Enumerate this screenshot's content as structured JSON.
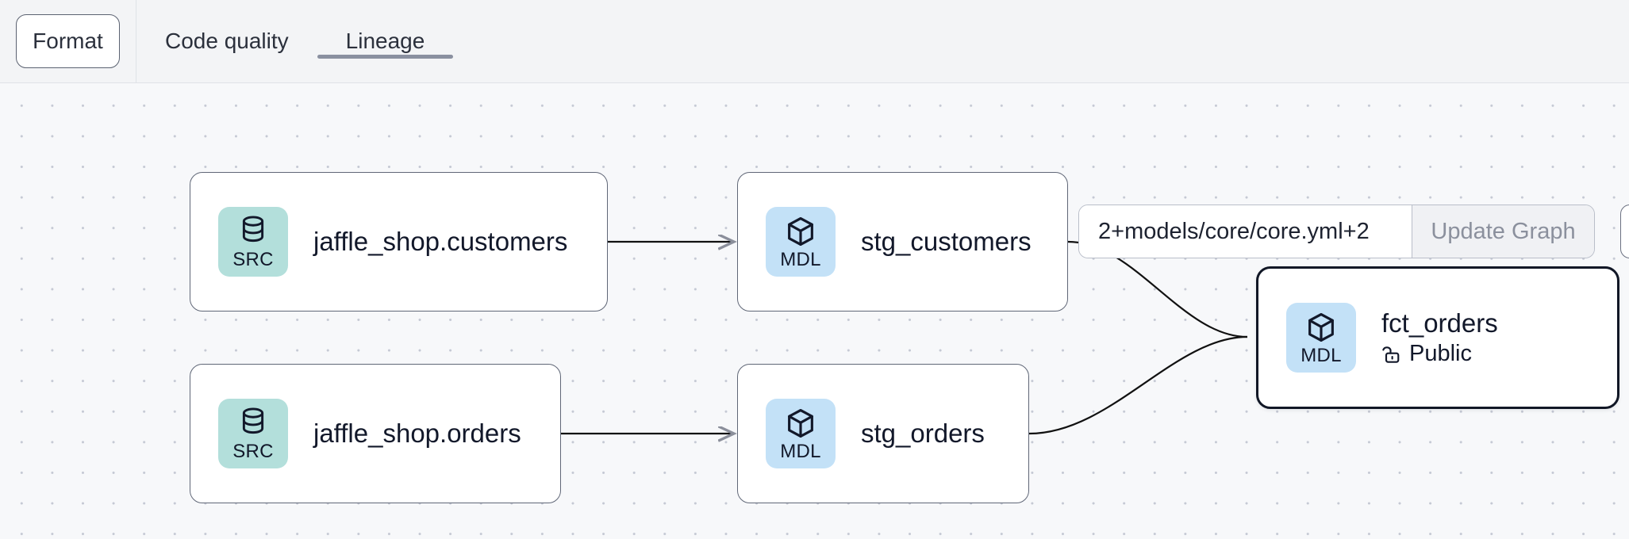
{
  "toolbar": {
    "format_label": "Format",
    "tabs": [
      {
        "label": "Code quality",
        "active": false
      },
      {
        "label": "Lineage",
        "active": true
      }
    ]
  },
  "selector": {
    "value": "2+models/core/core.yml+2",
    "placeholder": "2+models/core/core.yml+2",
    "button_label": "Update Graph"
  },
  "graph": {
    "nodes": [
      {
        "id": "jaffle_shop_customers",
        "title": "jaffle_shop.customers",
        "badge_label": "SRC",
        "badge_icon": "database-icon",
        "badge_color": "#b3dfdb",
        "selected": false,
        "sub_label": null
      },
      {
        "id": "jaffle_shop_orders",
        "title": "jaffle_shop.orders",
        "badge_label": "SRC",
        "badge_icon": "database-icon",
        "badge_color": "#b3dfdb",
        "selected": false,
        "sub_label": null
      },
      {
        "id": "stg_customers",
        "title": "stg_customers",
        "badge_label": "MDL",
        "badge_icon": "cube-icon",
        "badge_color": "#c3e1f7",
        "selected": false,
        "sub_label": null
      },
      {
        "id": "stg_orders",
        "title": "stg_orders",
        "badge_label": "MDL",
        "badge_icon": "cube-icon",
        "badge_color": "#c3e1f7",
        "selected": false,
        "sub_label": null
      },
      {
        "id": "fct_orders",
        "title": "fct_orders",
        "badge_label": "MDL",
        "badge_icon": "cube-icon",
        "badge_color": "#c3e1f7",
        "selected": true,
        "sub_label": "Public",
        "sub_icon": "unlock-icon"
      }
    ],
    "edges": [
      {
        "from": "jaffle_shop_customers",
        "to": "stg_customers"
      },
      {
        "from": "jaffle_shop_orders",
        "to": "stg_orders"
      },
      {
        "from": "stg_customers",
        "to": "fct_orders"
      },
      {
        "from": "stg_orders",
        "to": "fct_orders"
      }
    ]
  },
  "colors": {
    "canvas_bg": "#f7f8fa",
    "toolbar_bg": "#f3f4f6",
    "node_border": "#606777",
    "node_border_selected": "#111726",
    "src_badge": "#b3dfdb",
    "mdl_badge": "#c3e1f7",
    "tab_underline": "#8a90a0",
    "text": "#12182a"
  }
}
